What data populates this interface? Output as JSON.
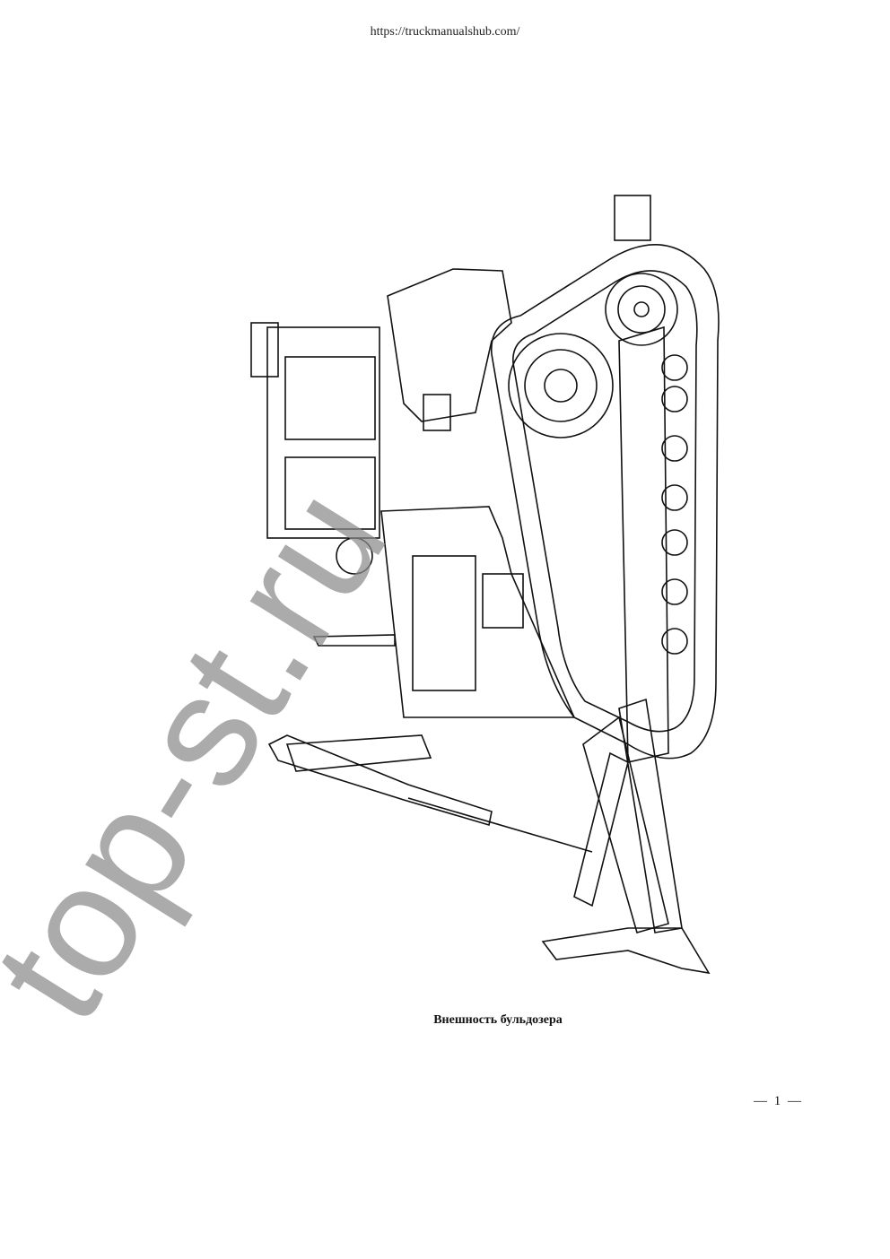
{
  "header": {
    "url": "https://truckmanualshub.com/"
  },
  "figure": {
    "caption": "Внешность бульдозера"
  },
  "footer": {
    "page_number": "— 1 —"
  },
  "watermark": {
    "text": "top-st.ru"
  }
}
